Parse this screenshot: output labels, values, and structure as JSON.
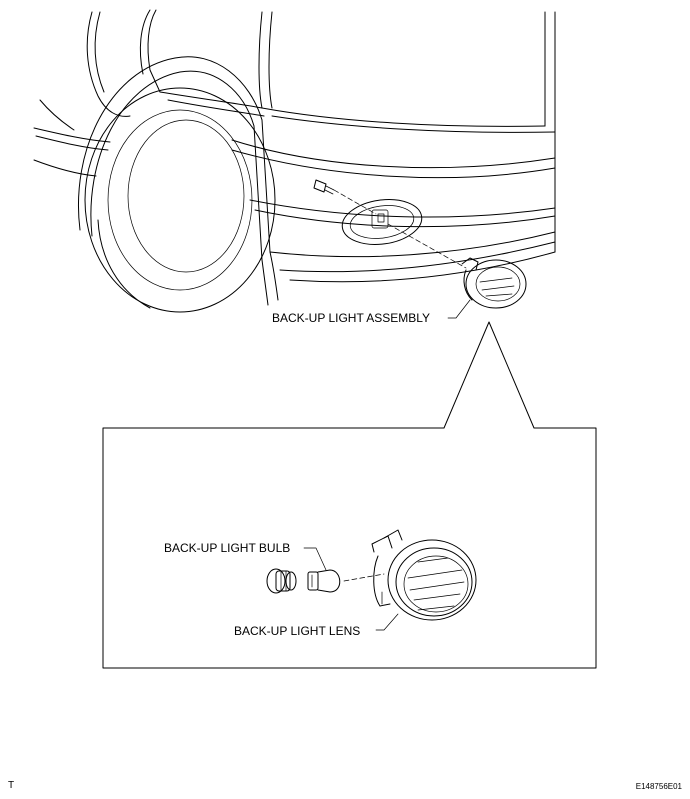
{
  "labels": {
    "assembly": "BACK-UP LIGHT ASSEMBLY",
    "bulb": "BACK-UP LIGHT BULB",
    "lens": "BACK-UP LIGHT LENS"
  },
  "corner_left": "T",
  "corner_right": "E148756E01"
}
